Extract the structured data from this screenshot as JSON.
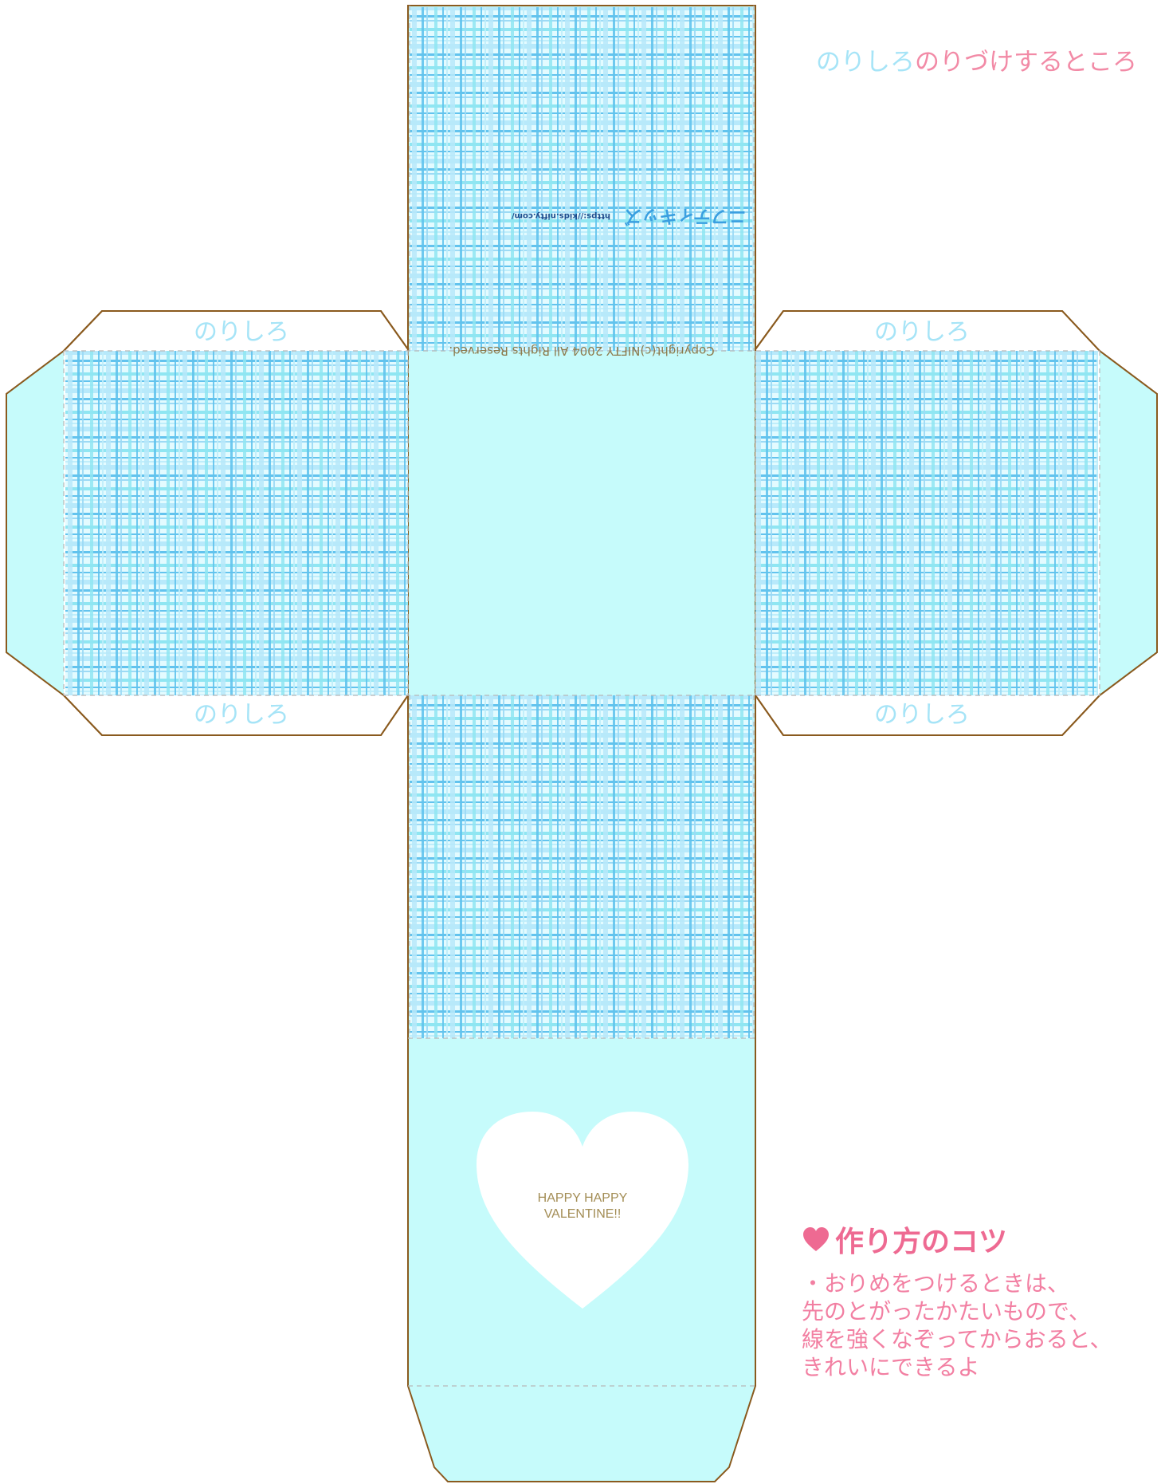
{
  "template": {
    "glue_tab_label": "のりしろ",
    "copyright": "Copyright(c)NIFTY 2004 All Rights Reserved.",
    "logo_text": "ニフティキッズ",
    "url": "https://kids.nifty.com/",
    "heart_message_line1": "HAPPY HAPPY",
    "heart_message_line2": "VALENTINE!!"
  },
  "legend": {
    "term": "のりしろ",
    "meaning": "のりづけするところ"
  },
  "tips": {
    "title": "作り方のコツ",
    "lines": [
      "・おりめをつけるときは、",
      "先のとがったかたいもので、",
      "線を強くなぞってからおると、",
      "きれいにできるよ"
    ]
  },
  "colors": {
    "outline": "#8a5a1e",
    "fill": "#c6fbfb",
    "plaid_blue": "#5ec4ee",
    "text_gold": "#8c7a4c",
    "glue_label": "#a6e4f7",
    "pink": "#ee6a92"
  }
}
